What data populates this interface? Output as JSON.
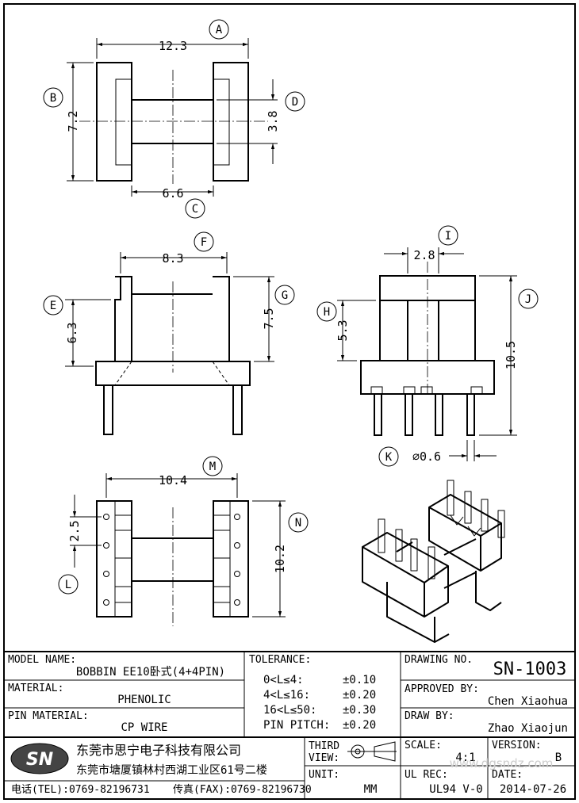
{
  "dimensions": {
    "a": "12.3",
    "b": "7.2",
    "c": "6.6",
    "d": "3.8",
    "e": "6.3",
    "f": "8.3",
    "g": "7.5",
    "h": "5.3",
    "i": "2.8",
    "j": "10.5",
    "k": "⌀0.6",
    "l": "",
    "m": "10.4",
    "n": "10.2",
    "pitch": "2.5"
  },
  "bubbles": [
    "A",
    "B",
    "C",
    "D",
    "E",
    "F",
    "G",
    "H",
    "I",
    "J",
    "K",
    "L",
    "M",
    "N"
  ],
  "title_block": {
    "model_label": "MODEL NAME:",
    "model_value": "BOBBIN EE10卧式(4+4PIN)",
    "material_label": "MATERIAL:",
    "material_value": "PHENOLIC",
    "pin_material_label": "PIN MATERIAL:",
    "pin_material_value": "CP WIRE",
    "tolerance_label": "TOLERANCE:",
    "tolerances": [
      {
        "range": "0<L≤4:",
        "value": "±0.10"
      },
      {
        "range": "4<L≤16:",
        "value": "±0.20"
      },
      {
        "range": "16<L≤50:",
        "value": "±0.30"
      },
      {
        "range": "PIN PITCH:",
        "value": "±0.20"
      }
    ],
    "drawing_no_label": "DRAWING NO.",
    "drawing_no": "SN-1003",
    "approved_label": "APPROVED BY:",
    "approved_by": "Chen Xiaohua",
    "draw_label": "DRAW BY:",
    "draw_by": "Zhao Xiaojun",
    "third_view_label_1": "THIRD",
    "third_view_label_2": "VIEW:",
    "unit_label": "UNIT:",
    "unit": "MM",
    "scale_label": "SCALE:",
    "scale": "4:1",
    "version_label": "VERSION:",
    "version": "B",
    "ul_label": "UL REC:",
    "ul_value": "UL94 V-0",
    "date_label": "DATE:",
    "date": "2014-07-26",
    "logo": "SN",
    "company_name": "东莞市思宁电子科技有限公司",
    "company_address": "东莞市塘厦镇林村西湖工业区61号二楼",
    "tel": "电话(TEL):0769-82196731",
    "fax": "传真(FAX):0769-82196730",
    "watermark": "www.dgsndz.com"
  }
}
